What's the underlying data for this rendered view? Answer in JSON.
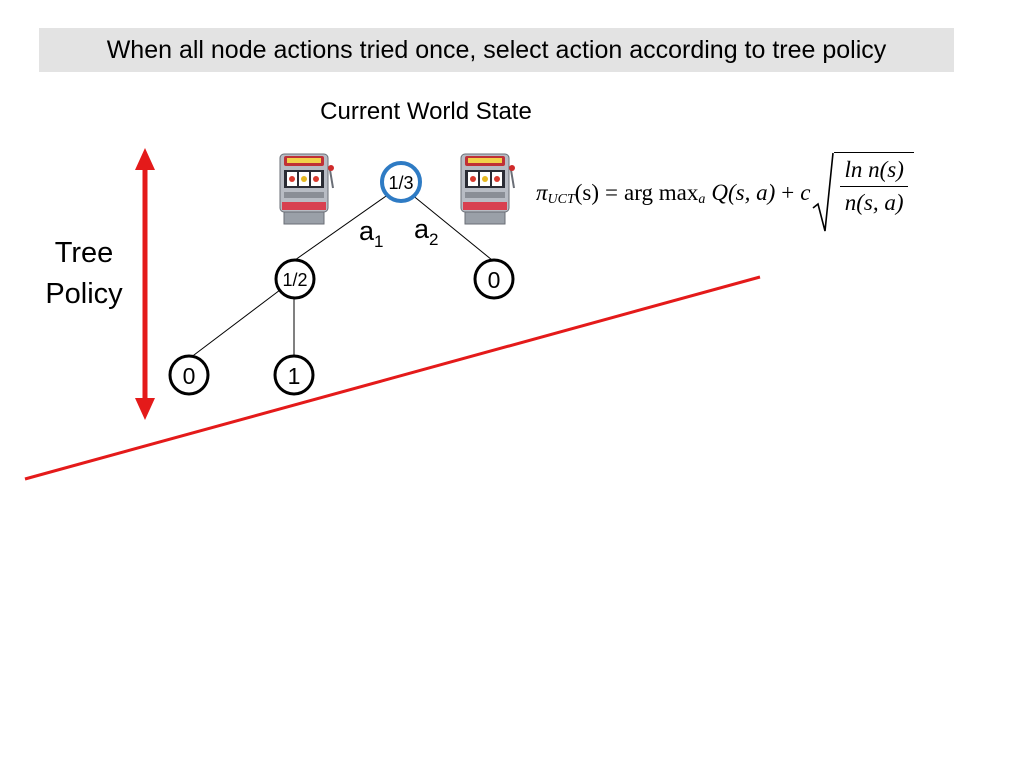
{
  "title": "When all node actions tried once, select action according to tree policy",
  "subtitle": "Current World State",
  "side_label": {
    "line1": "Tree",
    "line2": "Policy"
  },
  "tree": {
    "nodes": [
      {
        "id": "root",
        "label": "1/3",
        "highlight": true
      },
      {
        "id": "a1-child",
        "label": "1/2",
        "highlight": false
      },
      {
        "id": "a2-child",
        "label": "0",
        "highlight": false
      },
      {
        "id": "leaf-left",
        "label": "0",
        "highlight": false
      },
      {
        "id": "leaf-right",
        "label": "1",
        "highlight": false
      }
    ],
    "edge_labels": [
      {
        "base": "a",
        "sub": "1"
      },
      {
        "base": "a",
        "sub": "2"
      }
    ]
  },
  "formula": {
    "pi": "π",
    "pi_sub": "UCT",
    "paren_s": "(s)",
    "equals": "=",
    "argmax": "arg max",
    "argmax_sub": "a",
    "q": "Q(s, a)",
    "plus": "+",
    "c": "c",
    "numerator": "ln n(s)",
    "denominator": "n(s, a)"
  },
  "colors": {
    "accent_red": "#e41a1a",
    "highlight_blue": "#2e7bc4",
    "title_bg": "#e3e3e3"
  },
  "icons": [
    "slot-machine-icon",
    "slot-machine-icon"
  ]
}
